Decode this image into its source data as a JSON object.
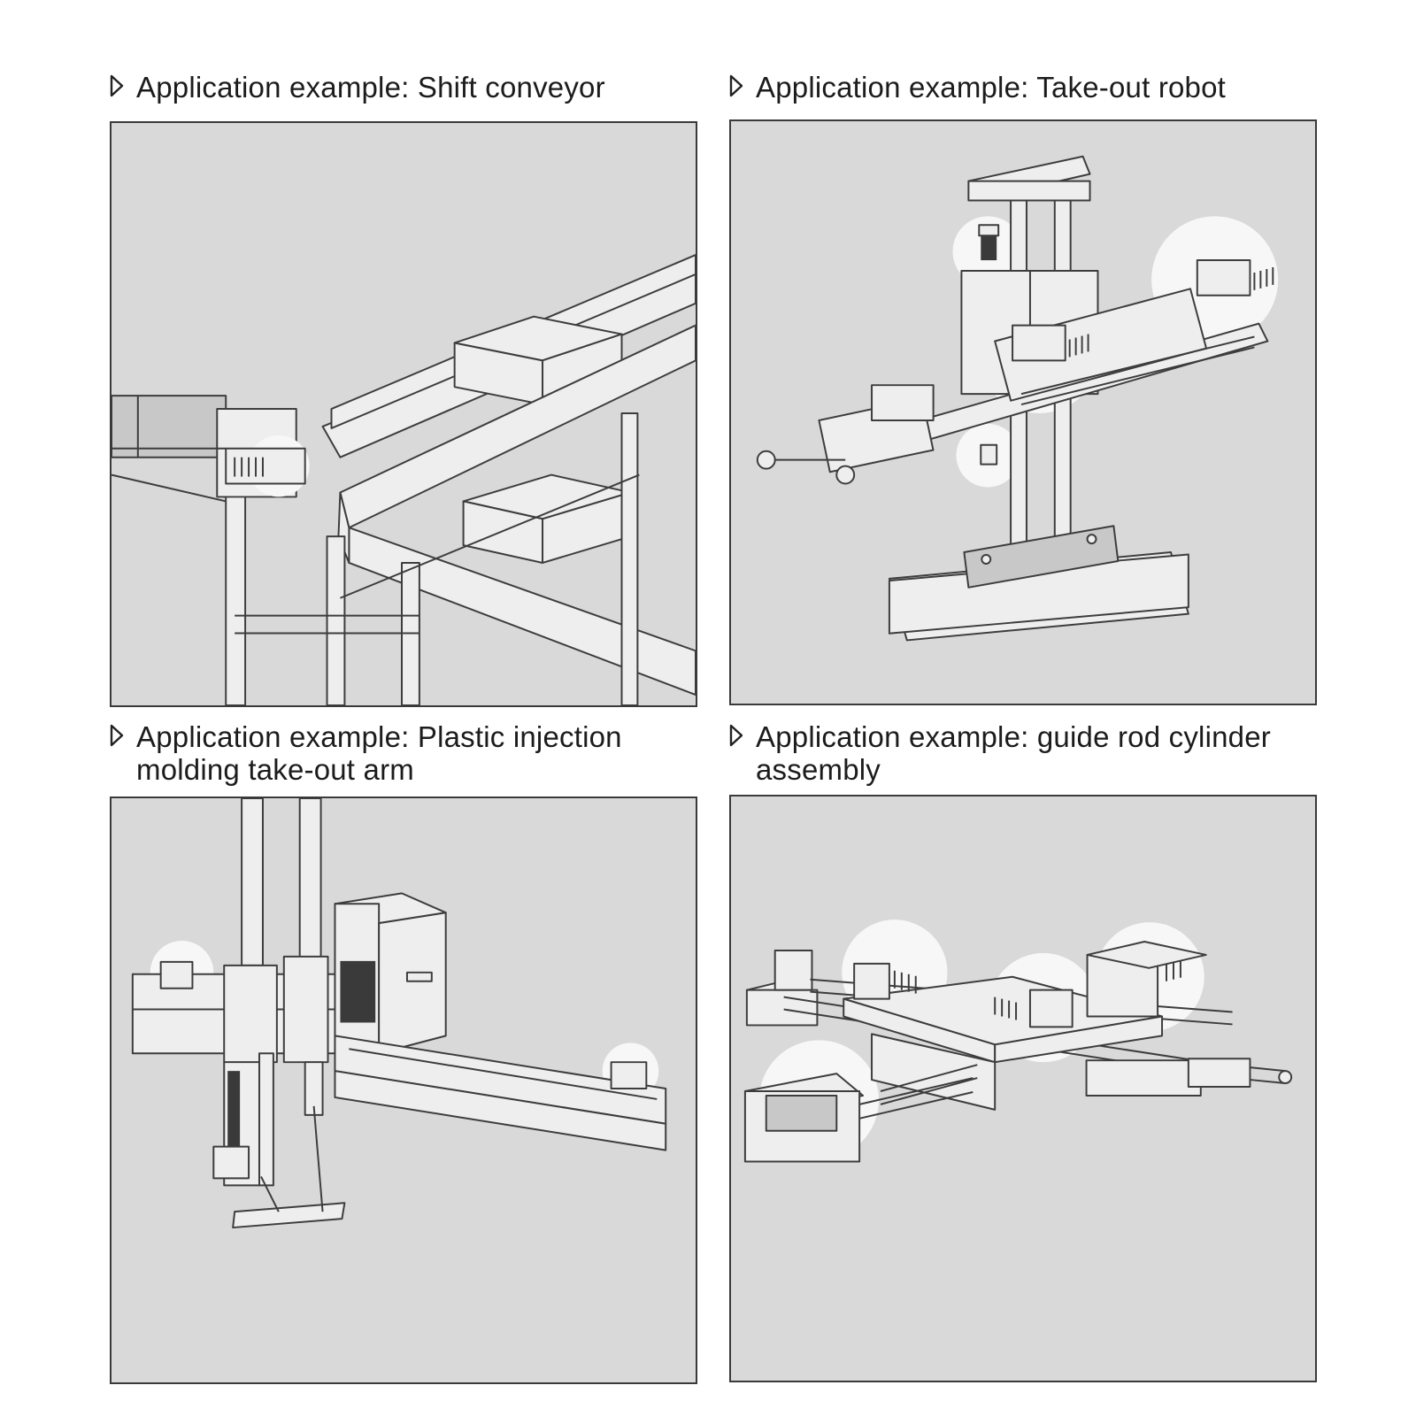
{
  "panels": [
    {
      "caption": "Application example: Shift conveyor",
      "illustration": "shift-conveyor"
    },
    {
      "caption": "Application example: Take-out robot",
      "illustration": "take-out-robot"
    },
    {
      "caption": "Application example: Plastic injection molding take-out arm",
      "illustration": "injection-molding-arm"
    },
    {
      "caption": "Application example: guide rod cylinder assembly",
      "illustration": "guide-rod-cylinder-assembly"
    }
  ],
  "colors": {
    "panel_background": "#d9d9d9",
    "line": "#3d3d3d",
    "highlight": "#f7f7f7"
  },
  "icons": {
    "caption_marker": "play-triangle-icon"
  }
}
